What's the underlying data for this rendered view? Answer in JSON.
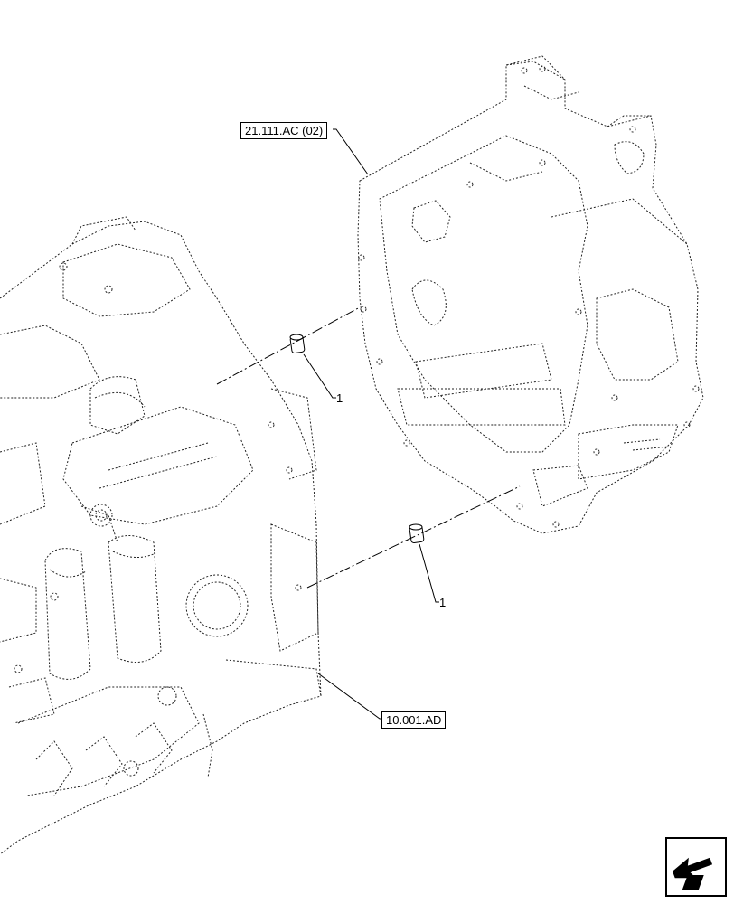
{
  "references": {
    "housing_ref": "21.111.AC (02)",
    "engine_ref": "10.001.AD"
  },
  "callouts": {
    "pin_upper": "1",
    "pin_lower": "1"
  },
  "icons": {
    "nav": "next-page-arrow-icon"
  }
}
